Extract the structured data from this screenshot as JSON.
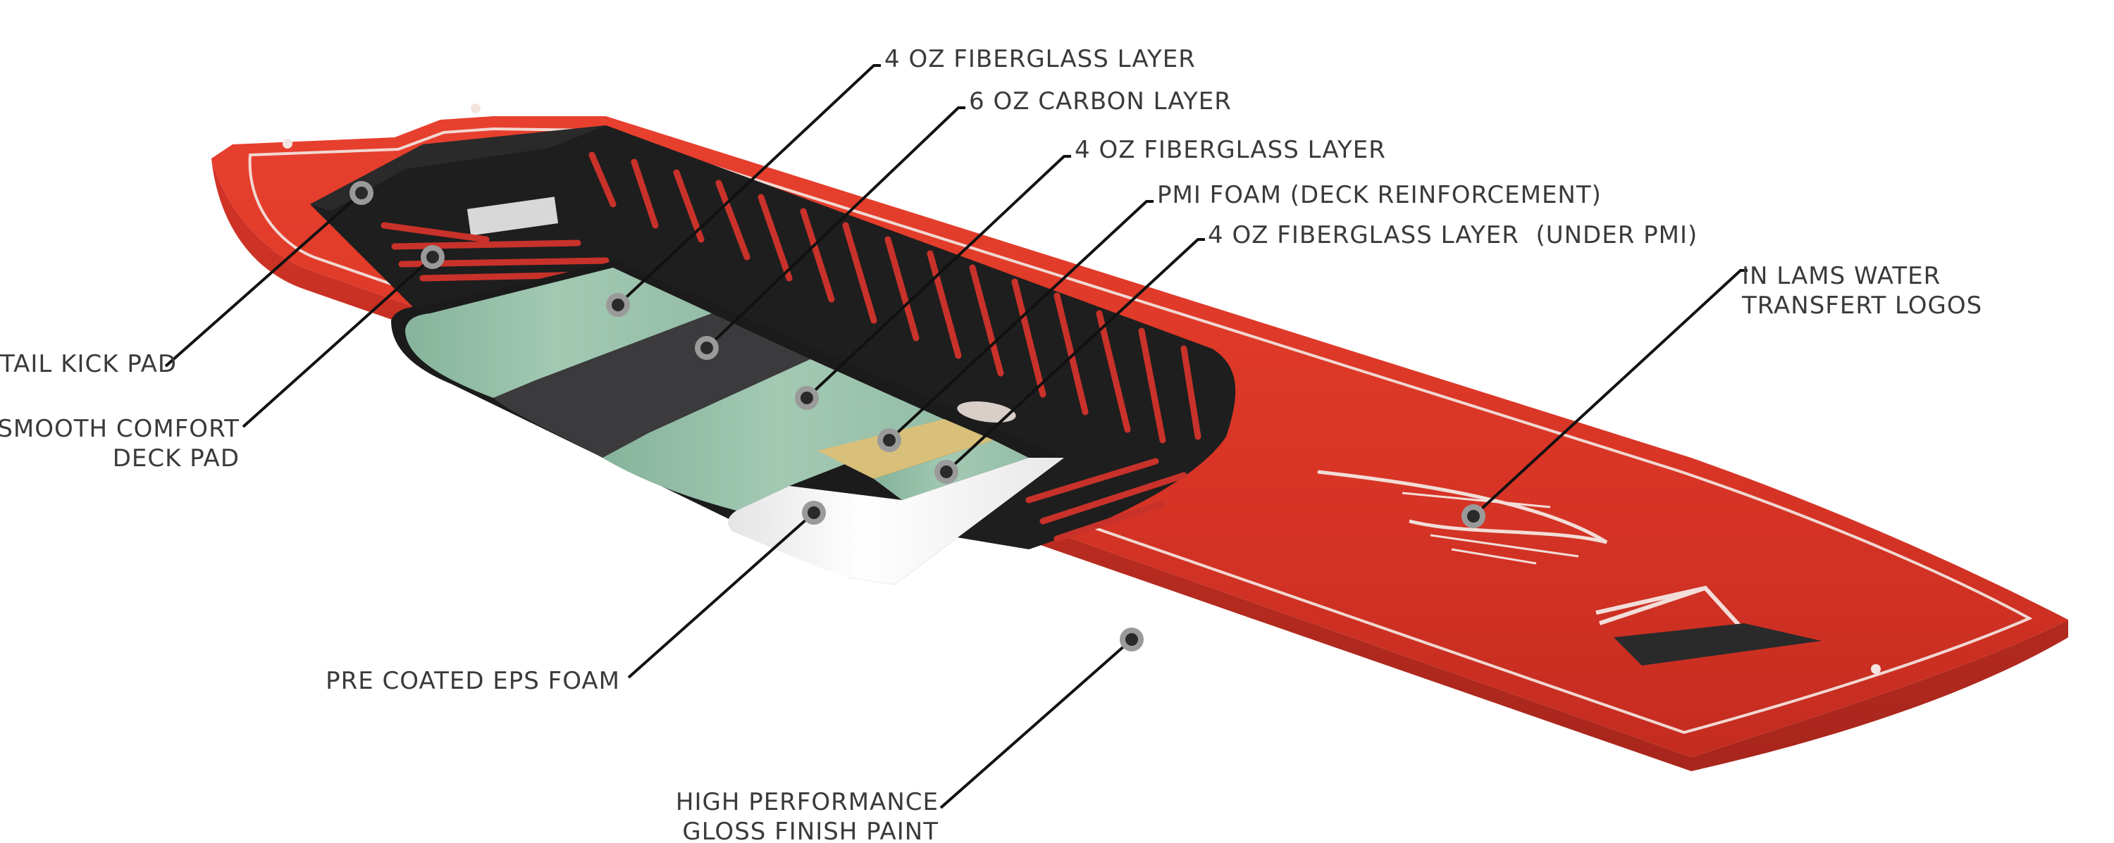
{
  "callouts": [
    {
      "id": "fg1",
      "label": "4 OZ FIBERGLASS LAYER"
    },
    {
      "id": "carbon",
      "label": "6 OZ CARBON LAYER"
    },
    {
      "id": "fg2",
      "label": "4 OZ FIBERGLASS LAYER"
    },
    {
      "id": "pmi",
      "label": "PMI FOAM (DECK REINFORCEMENT)"
    },
    {
      "id": "fg3",
      "label": "4 OZ FIBERGLASS LAYER  (UNDER PMI)"
    },
    {
      "id": "logos",
      "label_lines": [
        "IN LAMS WATER",
        "TRANSFERT LOGOS"
      ]
    },
    {
      "id": "tailkick",
      "label": "TAIL KICK PAD"
    },
    {
      "id": "deckpad",
      "label_lines": [
        "SMOOTH COMFORT",
        "DECK PAD"
      ]
    },
    {
      "id": "eps",
      "label": "PRE COATED EPS FOAM"
    },
    {
      "id": "paint",
      "label_lines": [
        "HIGH PERFORMANCE",
        "GLOSS FINISH PAINT"
      ]
    }
  ],
  "colors": {
    "board_red": "#e0392a",
    "board_red_dark": "#b72a1f",
    "deck_pad": "#1e1e1e",
    "groove_red": "#c8322a",
    "fiberglass_green": "#9cc3ad",
    "carbon_gray": "#3b3a3c",
    "pmi_tan": "#d8bf7a",
    "eps_white": "#f2f2f2",
    "leader_line": "#111111",
    "label_text": "#3a3a3a"
  }
}
